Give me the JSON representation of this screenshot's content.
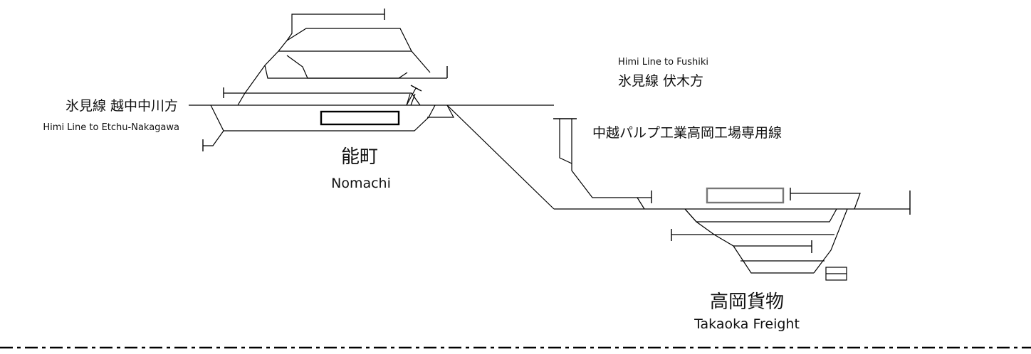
{
  "labels": {
    "west_line_jp": "氷見線 越中中川方",
    "west_line_en": "Himi Line to Etchu-Nakagawa",
    "east_line_en": "Himi Line to Fushiki",
    "east_line_jp": "氷見線 伏木方",
    "siding_jp": "中越パルプ工業高岡工場専用線",
    "station1_jp": "能町",
    "station1_en": "Nomachi",
    "station2_jp": "高岡貨物",
    "station2_en": "Takaoka Freight"
  },
  "colors": {
    "track": "#000000",
    "platform_freight": "#777777"
  }
}
